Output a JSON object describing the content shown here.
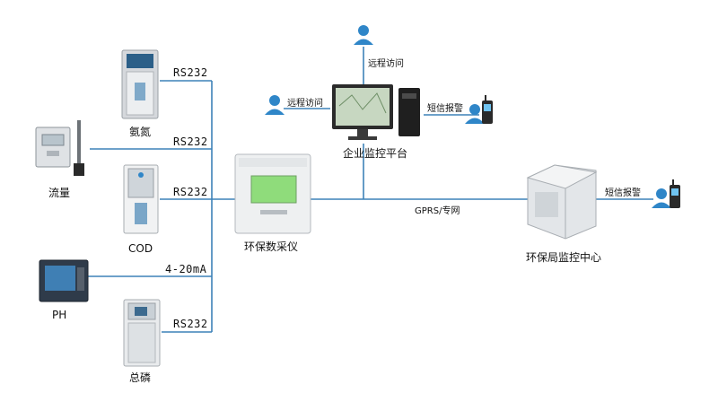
{
  "colors": {
    "line": "#3d82b8",
    "user": "#2f86c8",
    "screen_green": "#8fdc7b",
    "device_gray": "#c9ccd0"
  },
  "devices": {
    "ammonia": "氨氮",
    "flow": "流量",
    "cod": "COD",
    "ph": "PH",
    "total_phosphorus": "总磷",
    "collector": "环保数采仪",
    "enterprise_platform": "企业监控平台",
    "bureau_center": "环保局监控中心"
  },
  "links": {
    "rs232_1": "RS232",
    "rs232_2": "RS232",
    "rs232_3": "RS232",
    "analog": "4-20mA",
    "rs232_4": "RS232",
    "gprs": "GPRS/专网"
  },
  "actions": {
    "remote_top": "远程访问",
    "remote_left": "远程访问",
    "sms_platform": "短信报警",
    "sms_bureau": "短信报警"
  },
  "icons": {
    "user": "user-icon",
    "phone": "mobile-phone-icon"
  }
}
